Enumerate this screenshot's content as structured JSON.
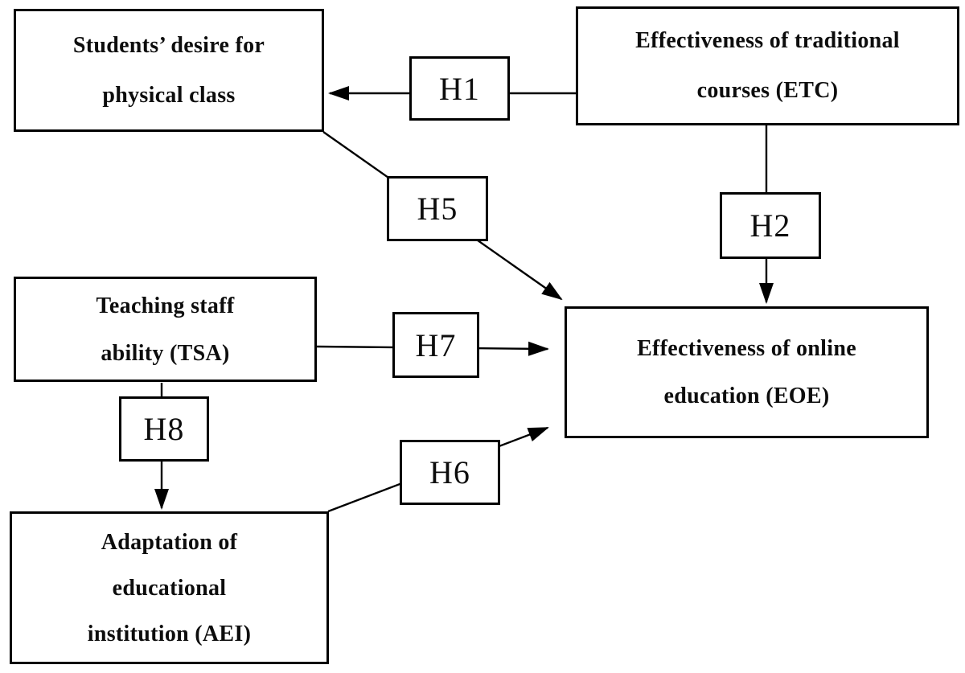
{
  "diagram": {
    "type": "hypothesis-model",
    "nodes": {
      "sdpc": {
        "lines": [
          "Students’ desire for",
          "physical class"
        ],
        "full_label": "Students’ desire for physical class"
      },
      "etc": {
        "lines": [
          "Effectiveness of traditional",
          "courses (ETC)"
        ],
        "full_label": "Effectiveness of traditional courses (ETC)"
      },
      "tsa": {
        "lines": [
          "Teaching staff",
          "ability (TSA)"
        ],
        "full_label": "Teaching staff ability (TSA)"
      },
      "eoe": {
        "lines": [
          "Effectiveness of online",
          "education (EOE)"
        ],
        "full_label": "Effectiveness of online education (EOE)"
      },
      "aei": {
        "lines": [
          "Adaptation of",
          "educational",
          "institution (AEI)"
        ],
        "full_label": "Adaptation of educational institution (AEI)"
      }
    },
    "hypotheses": {
      "h1": {
        "label": "H1",
        "from": "etc",
        "to": "sdpc"
      },
      "h2": {
        "label": "H2",
        "from": "etc",
        "to": "eoe"
      },
      "h5": {
        "label": "H5",
        "from": "sdpc",
        "to": "eoe"
      },
      "h6": {
        "label": "H6",
        "from": "aei",
        "to": "eoe"
      },
      "h7": {
        "label": "H7",
        "from": "tsa",
        "to": "eoe"
      },
      "h8": {
        "label": "H8",
        "from": "tsa",
        "to": "aei"
      }
    },
    "colors": {
      "line": "#000000",
      "border": "#000000",
      "text": "#0d0d0d",
      "background": "#ffffff"
    }
  }
}
